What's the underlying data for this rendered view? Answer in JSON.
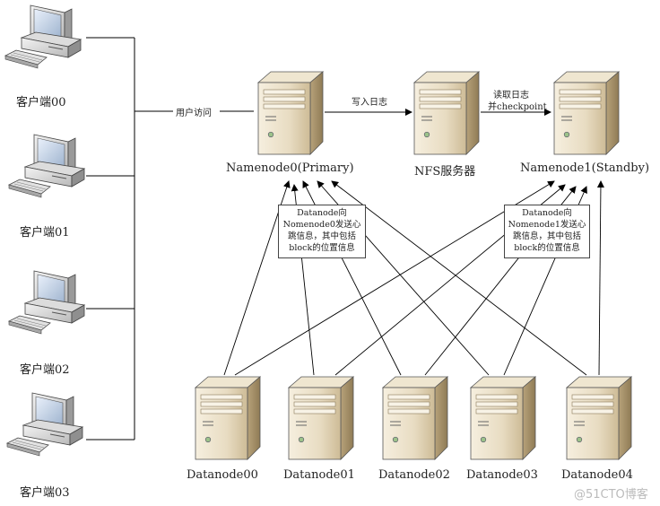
{
  "clients": [
    "客户端00",
    "客户端01",
    "客户端02",
    "客户端03"
  ],
  "user_access_label": "用户访问",
  "write_log_label": "写入日志",
  "read_log_label_1": "读取日志",
  "read_log_label_2": "并checkpoint",
  "namenode_primary": "Namenode0(Primary)",
  "nfs_server": "NFS服务器",
  "namenode_standby": "Namenode1(Standby)",
  "note_primary": [
    "Datanode向",
    "Nomenode0发送心",
    "跳信息，其中包括",
    "block的位置信息"
  ],
  "note_standby": [
    "Datanode向",
    "Nomenode1发送心",
    "跳信息，其中包括",
    "block的位置信息"
  ],
  "datanodes": [
    "Datanode00",
    "Datanode01",
    "Datanode02",
    "Datanode03",
    "Datanode04"
  ],
  "watermark": "@51CTO博客"
}
